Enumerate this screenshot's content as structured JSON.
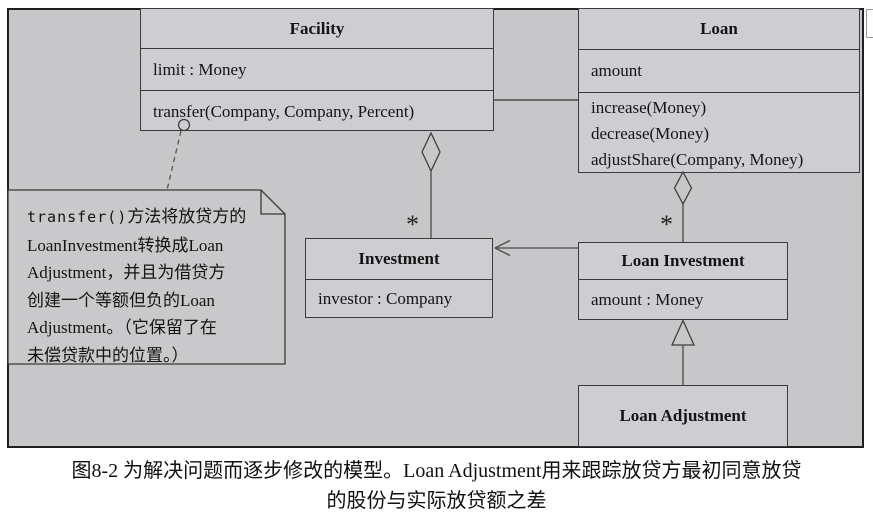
{
  "diagram": {
    "classes": {
      "facility": {
        "title": "Facility",
        "attributes": [
          "limit : Money"
        ],
        "methods": [
          "transfer(Company, Company, Percent)"
        ]
      },
      "loan": {
        "title": "Loan",
        "attributes": [
          "amount"
        ],
        "methods": [
          "increase(Money)",
          "decrease(Money)",
          "adjustShare(Company, Money)"
        ]
      },
      "investment": {
        "title": "Investment",
        "attributes": [
          "investor : Company"
        ]
      },
      "loan_investment": {
        "title": "Loan Investment",
        "attributes": [
          "amount : Money"
        ]
      },
      "loan_adjustment": {
        "title": "Loan Adjustment"
      }
    },
    "note": {
      "code": "transfer()",
      "line1_rest": "方法将放贷方的",
      "line2": "LoanInvestment转换成Loan",
      "line3": "Adjustment，并且为借贷方",
      "line4": "创建一个等额但负的Loan",
      "line5": "Adjustment。（它保留了在",
      "line6": "未偿贷款中的位置。）"
    },
    "multiplicities": {
      "facility_investment": "*",
      "loan_loan_investment": "*"
    },
    "colors": {
      "canvas_fill": "#c7c7ca",
      "box_fill": "#cecdd1",
      "line": "#3f3f3f"
    }
  },
  "caption": {
    "line1": "图8-2 为解决问题而逐步修改的模型。Loan Adjustment用来跟踪放贷方最初同意放贷",
    "line2": "的股份与实际放贷额之差"
  }
}
